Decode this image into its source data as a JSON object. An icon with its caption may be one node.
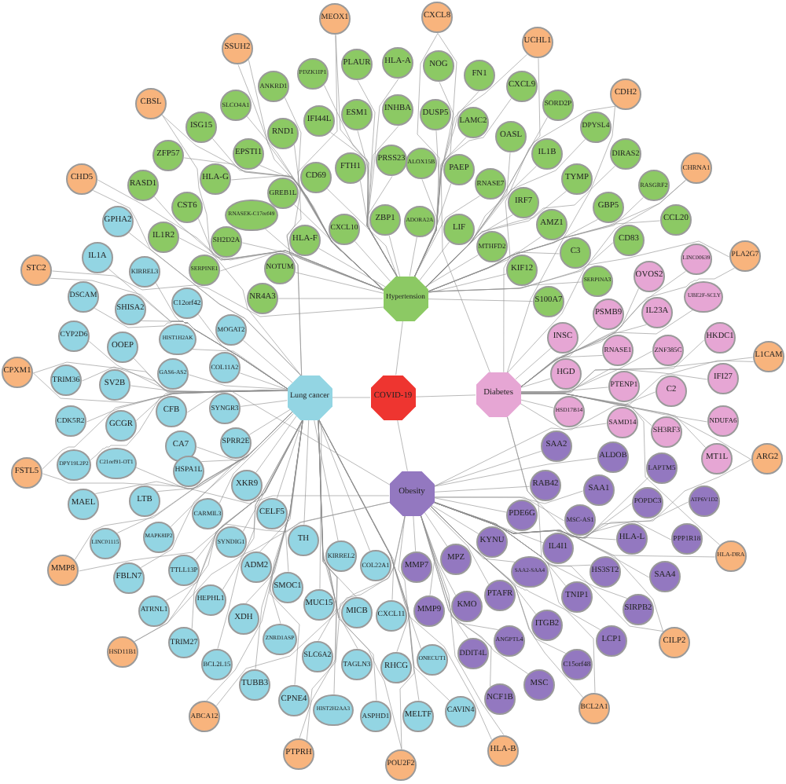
{
  "diagram": {
    "nodes": [
      {
        "text": [
          "COVID-19"
        ]
      },
      {
        "text": [
          "Hypertension"
        ]
      },
      {
        "text": [
          "Lung cancer"
        ]
      },
      {
        "text": [
          "Diabetes"
        ]
      },
      {
        "text": [
          "Obesity"
        ]
      },
      {
        "text": [
          "PLAUR"
        ]
      },
      {
        "text": [
          "HLA-A"
        ]
      },
      {
        "text": [
          "PDZK1IP1"
        ]
      },
      {
        "text": [
          "ANKRD1"
        ]
      },
      {
        "text": [
          "SLCO4A1"
        ]
      },
      {
        "text": [
          "IFI44L"
        ]
      },
      {
        "text": [
          "ESM1"
        ]
      },
      {
        "text": [
          "INHBA"
        ]
      },
      {
        "text": [
          "RND1"
        ]
      },
      {
        "text": [
          "ISG15"
        ]
      },
      {
        "text": [
          "ZFP57"
        ]
      },
      {
        "text": [
          "EPSTI1"
        ]
      },
      {
        "text": [
          "FTH1"
        ]
      },
      {
        "text": [
          "PRSS23"
        ]
      },
      {
        "text": [
          "CD69"
        ]
      },
      {
        "text": [
          "RASD1"
        ]
      },
      {
        "text": [
          "HLA-G"
        ]
      },
      {
        "text": [
          "GREB1L"
        ]
      },
      {
        "text": [
          "CST6"
        ]
      },
      {
        "text": [
          "RNASEK-C17orf49"
        ]
      },
      {
        "text": [
          "ZBP1"
        ]
      },
      {
        "text": [
          "CXCL10"
        ]
      },
      {
        "text": [
          "IL1R2"
        ]
      },
      {
        "text": [
          "SH2D2A"
        ]
      },
      {
        "text": [
          "HLA-F"
        ]
      },
      {
        "text": [
          "SERPINE1"
        ]
      },
      {
        "text": [
          "NOTUM"
        ]
      },
      {
        "text": [
          "NR4A3"
        ]
      },
      {
        "text": [
          "NOG"
        ]
      },
      {
        "text": [
          "FN1"
        ]
      },
      {
        "text": [
          "CXCL9"
        ]
      },
      {
        "text": [
          "DUSP5"
        ]
      },
      {
        "text": [
          "LAMC2"
        ]
      },
      {
        "text": [
          "SORD2P"
        ]
      },
      {
        "text": [
          "DPYSL4"
        ]
      },
      {
        "text": [
          "OASL"
        ]
      },
      {
        "text": [
          "ALOX15B"
        ]
      },
      {
        "text": [
          "PAEP"
        ]
      },
      {
        "text": [
          "IL1B"
        ]
      },
      {
        "text": [
          "DIRAS2"
        ]
      },
      {
        "text": [
          "RNASE7"
        ]
      },
      {
        "text": [
          "TYMP"
        ]
      },
      {
        "text": [
          "RASGRF2"
        ]
      },
      {
        "text": [
          "IRF7"
        ]
      },
      {
        "text": [
          "GBP5"
        ]
      },
      {
        "text": [
          "ADORA2A"
        ]
      },
      {
        "text": [
          "LIF"
        ]
      },
      {
        "text": [
          "AMZ1"
        ]
      },
      {
        "text": [
          "CCL20"
        ]
      },
      {
        "text": [
          "MTHFD2"
        ]
      },
      {
        "text": [
          "CD83"
        ]
      },
      {
        "text": [
          "C3"
        ]
      },
      {
        "text": [
          "KIF12"
        ]
      },
      {
        "text": [
          "SERPINA3"
        ]
      },
      {
        "text": [
          "S100A7"
        ]
      },
      {
        "text": [
          "LINC00639"
        ]
      },
      {
        "text": [
          "OVOS2"
        ]
      },
      {
        "text": [
          "UBE2F-SCLY"
        ]
      },
      {
        "text": [
          "PSMB9"
        ]
      },
      {
        "text": [
          "IL23A"
        ]
      },
      {
        "text": [
          "INSC"
        ]
      },
      {
        "text": [
          "HKDC1"
        ]
      },
      {
        "text": [
          "RNASE1"
        ]
      },
      {
        "text": [
          "ZNF385C"
        ]
      },
      {
        "text": [
          "HGD"
        ]
      },
      {
        "text": [
          "IFI27"
        ]
      },
      {
        "text": [
          "PTENP1"
        ]
      },
      {
        "text": [
          "C2"
        ]
      },
      {
        "text": [
          "HSD17B14"
        ]
      },
      {
        "text": [
          "NDUFA6"
        ]
      },
      {
        "text": [
          "SAMD14"
        ]
      },
      {
        "text": [
          "SH3RF3"
        ]
      },
      {
        "text": [
          "MT1L"
        ]
      },
      {
        "text": [
          "SAA2"
        ]
      },
      {
        "text": [
          "ALDOB"
        ]
      },
      {
        "text": [
          "LAPTM5"
        ]
      },
      {
        "text": [
          "RAB42"
        ]
      },
      {
        "text": [
          "SAA1"
        ]
      },
      {
        "text": [
          "ATP6V1D2"
        ]
      },
      {
        "text": [
          "POPDC3"
        ]
      },
      {
        "text": [
          "PDE6G"
        ]
      },
      {
        "text": [
          "MSC-AS1"
        ]
      },
      {
        "text": [
          "HLA-L"
        ]
      },
      {
        "text": [
          "PPP1R18"
        ]
      },
      {
        "text": [
          "KYNU"
        ]
      },
      {
        "text": [
          "IL4I1"
        ]
      },
      {
        "text": [
          "MPZ"
        ]
      },
      {
        "text": [
          "MMP7"
        ]
      },
      {
        "text": [
          "SAA2-SAA4"
        ]
      },
      {
        "text": [
          "HS3ST2"
        ]
      },
      {
        "text": [
          "SAA4"
        ]
      },
      {
        "text": [
          "PTAFR"
        ]
      },
      {
        "text": [
          "TNIP1"
        ]
      },
      {
        "text": [
          "KMO"
        ]
      },
      {
        "text": [
          "SIRPB2"
        ]
      },
      {
        "text": [
          "MMP9"
        ]
      },
      {
        "text": [
          "ITGB2"
        ]
      },
      {
        "text": [
          "ANGPTL4"
        ]
      },
      {
        "text": [
          "LCP1"
        ]
      },
      {
        "text": [
          "DDIT4L"
        ]
      },
      {
        "text": [
          "C15orf48"
        ]
      },
      {
        "text": [
          "MSC"
        ]
      },
      {
        "text": [
          "NCF1B"
        ]
      },
      {
        "text": [
          "GPHA2"
        ]
      },
      {
        "text": [
          "IL1A"
        ]
      },
      {
        "text": [
          "KIRREL3"
        ]
      },
      {
        "text": [
          "DSCAM"
        ]
      },
      {
        "text": [
          "C12orf42"
        ]
      },
      {
        "text": [
          "SHISA2"
        ]
      },
      {
        "text": [
          "MOGAT2"
        ]
      },
      {
        "text": [
          "CYP2D6"
        ]
      },
      {
        "text": [
          "HIST1H2AK"
        ]
      },
      {
        "text": [
          "OOEP"
        ]
      },
      {
        "text": [
          "COL11A2"
        ]
      },
      {
        "text": [
          "GAS6-AS2"
        ]
      },
      {
        "text": [
          "TRIM36"
        ]
      },
      {
        "text": [
          "SV2B"
        ]
      },
      {
        "text": [
          "SYNGR3"
        ]
      },
      {
        "text": [
          "CFB"
        ]
      },
      {
        "text": [
          "CDK5R2"
        ]
      },
      {
        "text": [
          "GCGR"
        ]
      },
      {
        "text": [
          "SPRR2E"
        ]
      },
      {
        "text": [
          "CA7"
        ]
      },
      {
        "text": [
          "C21orf91-OT1"
        ]
      },
      {
        "text": [
          "DPY19L2P2"
        ]
      },
      {
        "text": [
          "HSPA1L"
        ]
      },
      {
        "text": [
          "XKR9"
        ]
      },
      {
        "text": [
          "LTB"
        ]
      },
      {
        "text": [
          "MAEL"
        ]
      },
      {
        "text": [
          "CARMIL3"
        ]
      },
      {
        "text": [
          "CELF5"
        ]
      },
      {
        "text": [
          "MAPK8IP2"
        ]
      },
      {
        "text": [
          "TH"
        ]
      },
      {
        "text": [
          "SYNDIG1"
        ]
      },
      {
        "text": [
          "LINC01115"
        ]
      },
      {
        "text": [
          "KIRREL2"
        ]
      },
      {
        "text": [
          "COL22A1"
        ]
      },
      {
        "text": [
          "ADM2"
        ]
      },
      {
        "text": [
          "TTLL13P"
        ]
      },
      {
        "text": [
          "FBLN7"
        ]
      },
      {
        "text": [
          "SMOC1"
        ]
      },
      {
        "text": [
          "HEPHL1"
        ]
      },
      {
        "text": [
          "MUC15"
        ]
      },
      {
        "text": [
          "ATRNL1"
        ]
      },
      {
        "text": [
          "MICB"
        ]
      },
      {
        "text": [
          "CXCL11"
        ]
      },
      {
        "text": [
          "XDH"
        ]
      },
      {
        "text": [
          "ZNRD1ASP"
        ]
      },
      {
        "text": [
          "TRIM27"
        ]
      },
      {
        "text": [
          "SLC6A2"
        ]
      },
      {
        "text": [
          "ONECUT1"
        ]
      },
      {
        "text": [
          "BCL2L15"
        ]
      },
      {
        "text": [
          "TAGLN3"
        ]
      },
      {
        "text": [
          "RHCG"
        ]
      },
      {
        "text": [
          "TUBB3"
        ]
      },
      {
        "text": [
          "CPNE4"
        ]
      },
      {
        "text": [
          "HIST2H2AA3"
        ]
      },
      {
        "text": [
          "CAVIN4"
        ]
      },
      {
        "text": [
          "ASPHD1"
        ]
      },
      {
        "text": [
          "MELTF"
        ]
      },
      {
        "text": [
          "MEOX1"
        ]
      },
      {
        "text": [
          "CXCL8"
        ]
      },
      {
        "text": [
          "SSUH2"
        ]
      },
      {
        "text": [
          "UCHL1"
        ]
      },
      {
        "text": [
          "CDH2"
        ]
      },
      {
        "text": [
          "CBSL"
        ]
      },
      {
        "text": [
          "CHRNA1"
        ]
      },
      {
        "text": [
          "CHD5"
        ]
      },
      {
        "text": [
          "PLA2G7"
        ]
      },
      {
        "text": [
          "STC2"
        ]
      },
      {
        "text": [
          "L1CAM"
        ]
      },
      {
        "text": [
          "CPXM1"
        ]
      },
      {
        "text": [
          "ARG2"
        ]
      },
      {
        "text": [
          "FSTL5"
        ]
      },
      {
        "text": [
          "HLA-DRA"
        ]
      },
      {
        "text": [
          "MMP8"
        ]
      },
      {
        "text": [
          "CILP2"
        ]
      },
      {
        "text": [
          "HSD11B1"
        ]
      },
      {
        "text": [
          "BCL2A1"
        ]
      },
      {
        "text": [
          "ABCA12"
        ]
      },
      {
        "text": [
          "HLA-B"
        ]
      },
      {
        "text": [
          "PTPRH"
        ]
      },
      {
        "text": [
          "POU2F2"
        ]
      }
    ],
    "edges": [
      {
        "from": 1,
        "to": 0,
        "arrow": "none"
      },
      {
        "from": 2,
        "to": 0,
        "arrow": "none"
      },
      {
        "from": 3,
        "to": 0,
        "arrow": "none"
      },
      {
        "from": 4,
        "to": 0,
        "arrow": "none"
      },
      {
        "from": 5,
        "to": 1,
        "arrow": "none"
      },
      {
        "from": 6,
        "to": 1,
        "arrow": "none"
      },
      {
        "from": 7,
        "to": 1,
        "arrow": "none"
      },
      {
        "from": 8,
        "to": 1,
        "arrow": "none"
      },
      {
        "from": 9,
        "to": 1,
        "arrow": "none"
      },
      {
        "from": 10,
        "to": 1,
        "arrow": "none"
      },
      {
        "from": 11,
        "to": 1,
        "arrow": "none"
      },
      {
        "from": 12,
        "to": 1,
        "arrow": "none"
      },
      {
        "from": 13,
        "to": 1,
        "arrow": "none"
      },
      {
        "from": 14,
        "to": 1,
        "arrow": "none"
      },
      {
        "from": 15,
        "to": 1,
        "arrow": "none"
      },
      {
        "from": 16,
        "to": 1,
        "arrow": "none"
      },
      {
        "from": 17,
        "to": 1,
        "arrow": "none"
      },
      {
        "from": 18,
        "to": 1,
        "arrow": "none"
      },
      {
        "from": 19,
        "to": 1,
        "arrow": "none"
      },
      {
        "from": 20,
        "to": 1,
        "arrow": "none"
      },
      {
        "from": 21,
        "to": 1,
        "arrow": "none"
      },
      {
        "from": 22,
        "to": 1,
        "arrow": "none"
      },
      {
        "from": 23,
        "to": 1,
        "arrow": "none"
      },
      {
        "from": 24,
        "to": 1,
        "arrow": "none"
      },
      {
        "from": 25,
        "to": 1,
        "arrow": "none"
      },
      {
        "from": 26,
        "to": 1,
        "arrow": "none"
      },
      {
        "from": 27,
        "to": 1,
        "arrow": "none"
      },
      {
        "from": 28,
        "to": 1,
        "arrow": "none"
      },
      {
        "from": 29,
        "to": 1,
        "arrow": "none"
      },
      {
        "from": 30,
        "to": 1,
        "arrow": "none"
      },
      {
        "from": 31,
        "to": 1,
        "arrow": "none"
      },
      {
        "from": 32,
        "to": 1,
        "arrow": "none"
      },
      {
        "from": 33,
        "to": 1,
        "arrow": "none"
      },
      {
        "from": 34,
        "to": 1,
        "arrow": "none"
      },
      {
        "from": 35,
        "to": 1,
        "arrow": "none"
      },
      {
        "from": 36,
        "to": 1,
        "arrow": "none"
      },
      {
        "from": 37,
        "to": 1,
        "arrow": "none"
      },
      {
        "from": 38,
        "to": 1,
        "arrow": "none"
      },
      {
        "from": 39,
        "to": 1,
        "arrow": "none"
      },
      {
        "from": 40,
        "to": 1,
        "arrow": "none"
      },
      {
        "from": 41,
        "to": 1,
        "arrow": "none"
      },
      {
        "from": 42,
        "to": 1,
        "arrow": "none"
      },
      {
        "from": 43,
        "to": 1,
        "arrow": "none"
      },
      {
        "from": 44,
        "to": 1,
        "arrow": "none"
      },
      {
        "from": 45,
        "to": 1,
        "arrow": "none"
      },
      {
        "from": 46,
        "to": 1,
        "arrow": "none"
      },
      {
        "from": 47,
        "to": 1,
        "arrow": "none"
      },
      {
        "from": 48,
        "to": 1,
        "arrow": "none"
      },
      {
        "from": 49,
        "to": 1,
        "arrow": "none"
      },
      {
        "from": 50,
        "to": 1,
        "arrow": "none"
      },
      {
        "from": 51,
        "to": 1,
        "arrow": "none"
      },
      {
        "from": 52,
        "to": 1,
        "arrow": "none"
      },
      {
        "from": 53,
        "to": 1,
        "arrow": "none"
      },
      {
        "from": 54,
        "to": 1,
        "arrow": "none"
      },
      {
        "from": 55,
        "to": 1,
        "arrow": "none"
      },
      {
        "from": 56,
        "to": 1,
        "arrow": "none"
      },
      {
        "from": 57,
        "to": 1,
        "arrow": "none"
      },
      {
        "from": 58,
        "to": 1,
        "arrow": "none"
      },
      {
        "from": 59,
        "to": 1,
        "arrow": "none"
      },
      {
        "from": 60,
        "to": 3,
        "arrow": "none"
      },
      {
        "from": 61,
        "to": 3,
        "arrow": "none"
      },
      {
        "from": 62,
        "to": 3,
        "arrow": "none"
      },
      {
        "from": 63,
        "to": 3,
        "arrow": "none"
      },
      {
        "from": 64,
        "to": 3,
        "arrow": "none"
      },
      {
        "from": 65,
        "to": 3,
        "arrow": "none"
      },
      {
        "from": 66,
        "to": 3,
        "arrow": "none"
      },
      {
        "from": 67,
        "to": 3,
        "arrow": "none"
      },
      {
        "from": 68,
        "to": 3,
        "arrow": "none"
      },
      {
        "from": 69,
        "to": 3,
        "arrow": "none"
      },
      {
        "from": 70,
        "to": 3,
        "arrow": "none"
      },
      {
        "from": 71,
        "to": 3,
        "arrow": "none"
      },
      {
        "from": 72,
        "to": 3,
        "arrow": "none"
      },
      {
        "from": 73,
        "to": 3,
        "arrow": "none"
      },
      {
        "from": 74,
        "to": 3,
        "arrow": "none"
      },
      {
        "from": 75,
        "to": 3,
        "arrow": "none"
      },
      {
        "from": 76,
        "to": 3,
        "arrow": "none"
      },
      {
        "from": 77,
        "to": 3,
        "arrow": "none"
      },
      {
        "from": 78,
        "to": 4,
        "arrow": "none"
      },
      {
        "from": 79,
        "to": 4,
        "arrow": "none"
      },
      {
        "from": 80,
        "to": 4,
        "arrow": "none"
      },
      {
        "from": 81,
        "to": 4,
        "arrow": "none"
      },
      {
        "from": 82,
        "to": 4,
        "arrow": "none"
      },
      {
        "from": 83,
        "to": 4,
        "arrow": "none"
      },
      {
        "from": 84,
        "to": 4,
        "arrow": "none"
      },
      {
        "from": 85,
        "to": 4,
        "arrow": "none"
      },
      {
        "from": 86,
        "to": 4,
        "arrow": "none"
      },
      {
        "from": 87,
        "to": 4,
        "arrow": "none"
      },
      {
        "from": 88,
        "to": 4,
        "arrow": "none"
      },
      {
        "from": 89,
        "to": 4,
        "arrow": "none"
      },
      {
        "from": 90,
        "to": 4,
        "arrow": "none"
      },
      {
        "from": 91,
        "to": 4,
        "arrow": "none"
      },
      {
        "from": 92,
        "to": 4,
        "arrow": "none"
      },
      {
        "from": 93,
        "to": 4,
        "arrow": "none"
      },
      {
        "from": 94,
        "to": 4,
        "arrow": "none"
      },
      {
        "from": 95,
        "to": 4,
        "arrow": "none"
      },
      {
        "from": 96,
        "to": 4,
        "arrow": "none"
      },
      {
        "from": 97,
        "to": 4,
        "arrow": "none"
      },
      {
        "from": 98,
        "to": 4,
        "arrow": "none"
      },
      {
        "from": 99,
        "to": 4,
        "arrow": "none"
      },
      {
        "from": 100,
        "to": 4,
        "arrow": "none"
      },
      {
        "from": 101,
        "to": 4,
        "arrow": "none"
      },
      {
        "from": 102,
        "to": 4,
        "arrow": "none"
      },
      {
        "from": 103,
        "to": 4,
        "arrow": "none"
      },
      {
        "from": 104,
        "to": 4,
        "arrow": "none"
      },
      {
        "from": 105,
        "to": 4,
        "arrow": "none"
      },
      {
        "from": 106,
        "to": 4,
        "arrow": "none"
      },
      {
        "from": 107,
        "to": 4,
        "arrow": "none"
      },
      {
        "from": 108,
        "to": 2,
        "arrow": "none"
      },
      {
        "from": 109,
        "to": 2,
        "arrow": "none"
      },
      {
        "from": 110,
        "to": 2,
        "arrow": "none"
      },
      {
        "from": 111,
        "to": 2,
        "arrow": "none"
      },
      {
        "from": 112,
        "to": 2,
        "arrow": "none"
      },
      {
        "from": 113,
        "to": 2,
        "arrow": "none"
      },
      {
        "from": 114,
        "to": 2,
        "arrow": "none"
      },
      {
        "from": 115,
        "to": 2,
        "arrow": "none"
      },
      {
        "from": 116,
        "to": 2,
        "arrow": "none"
      },
      {
        "from": 117,
        "to": 2,
        "arrow": "none"
      },
      {
        "from": 118,
        "to": 2,
        "arrow": "none"
      },
      {
        "from": 119,
        "to": 2,
        "arrow": "none"
      },
      {
        "from": 120,
        "to": 2,
        "arrow": "none"
      },
      {
        "from": 121,
        "to": 2,
        "arrow": "none"
      },
      {
        "from": 122,
        "to": 2,
        "arrow": "none"
      },
      {
        "from": 123,
        "to": 2,
        "arrow": "none"
      },
      {
        "from": 124,
        "to": 2,
        "arrow": "none"
      },
      {
        "from": 125,
        "to": 2,
        "arrow": "none"
      },
      {
        "from": 126,
        "to": 2,
        "arrow": "none"
      },
      {
        "from": 127,
        "to": 2,
        "arrow": "none"
      },
      {
        "from": 128,
        "to": 2,
        "arrow": "none"
      },
      {
        "from": 129,
        "to": 2,
        "arrow": "none"
      },
      {
        "from": 130,
        "to": 2,
        "arrow": "none"
      },
      {
        "from": 131,
        "to": 2,
        "arrow": "none"
      },
      {
        "from": 132,
        "to": 2,
        "arrow": "none"
      },
      {
        "from": 133,
        "to": 2,
        "arrow": "none"
      },
      {
        "from": 134,
        "to": 2,
        "arrow": "none"
      },
      {
        "from": 135,
        "to": 2,
        "arrow": "none"
      },
      {
        "from": 136,
        "to": 2,
        "arrow": "none"
      },
      {
        "from": 137,
        "to": 2,
        "arrow": "none"
      },
      {
        "from": 138,
        "to": 2,
        "arrow": "none"
      },
      {
        "from": 139,
        "to": 2,
        "arrow": "none"
      },
      {
        "from": 140,
        "to": 2,
        "arrow": "none"
      },
      {
        "from": 141,
        "to": 2,
        "arrow": "none"
      },
      {
        "from": 142,
        "to": 2,
        "arrow": "none"
      },
      {
        "from": 143,
        "to": 2,
        "arrow": "none"
      },
      {
        "from": 144,
        "to": 2,
        "arrow": "none"
      },
      {
        "from": 145,
        "to": 2,
        "arrow": "none"
      },
      {
        "from": 146,
        "to": 2,
        "arrow": "none"
      },
      {
        "from": 147,
        "to": 2,
        "arrow": "none"
      },
      {
        "from": 148,
        "to": 2,
        "arrow": "none"
      },
      {
        "from": 149,
        "to": 2,
        "arrow": "none"
      },
      {
        "from": 150,
        "to": 2,
        "arrow": "none"
      },
      {
        "from": 151,
        "to": 2,
        "arrow": "none"
      },
      {
        "from": 152,
        "to": 2,
        "arrow": "none"
      },
      {
        "from": 153,
        "to": 2,
        "arrow": "none"
      },
      {
        "from": 154,
        "to": 2,
        "arrow": "none"
      },
      {
        "from": 155,
        "to": 2,
        "arrow": "none"
      },
      {
        "from": 156,
        "to": 2,
        "arrow": "none"
      },
      {
        "from": 157,
        "to": 2,
        "arrow": "none"
      },
      {
        "from": 158,
        "to": 2,
        "arrow": "none"
      },
      {
        "from": 159,
        "to": 2,
        "arrow": "none"
      },
      {
        "from": 160,
        "to": 2,
        "arrow": "none"
      },
      {
        "from": 161,
        "to": 2,
        "arrow": "none"
      },
      {
        "from": 162,
        "to": 2,
        "arrow": "none"
      },
      {
        "from": 163,
        "to": 2,
        "arrow": "none"
      },
      {
        "from": 164,
        "to": 2,
        "arrow": "none"
      },
      {
        "from": 165,
        "to": 1,
        "arrow": "none"
      },
      {
        "from": 165,
        "to": 2,
        "arrow": "none"
      },
      {
        "from": 166,
        "to": 1,
        "arrow": "none"
      },
      {
        "from": 166,
        "to": 3,
        "arrow": "none"
      },
      {
        "from": 167,
        "to": 1,
        "arrow": "none"
      },
      {
        "from": 167,
        "to": 2,
        "arrow": "none"
      },
      {
        "from": 168,
        "to": 1,
        "arrow": "none"
      },
      {
        "from": 168,
        "to": 3,
        "arrow": "none"
      },
      {
        "from": 169,
        "to": 1,
        "arrow": "none"
      },
      {
        "from": 169,
        "to": 3,
        "arrow": "none"
      },
      {
        "from": 170,
        "to": 1,
        "arrow": "none"
      },
      {
        "from": 170,
        "to": 2,
        "arrow": "none"
      },
      {
        "from": 171,
        "to": 1,
        "arrow": "none"
      },
      {
        "from": 171,
        "to": 3,
        "arrow": "none"
      },
      {
        "from": 172,
        "to": 1,
        "arrow": "none"
      },
      {
        "from": 172,
        "to": 2,
        "arrow": "none"
      },
      {
        "from": 173,
        "to": 1,
        "arrow": "none"
      },
      {
        "from": 173,
        "to": 3,
        "arrow": "none"
      },
      {
        "from": 174,
        "to": 1,
        "arrow": "none"
      },
      {
        "from": 174,
        "to": 2,
        "arrow": "none"
      },
      {
        "from": 175,
        "to": 3,
        "arrow": "none"
      },
      {
        "from": 175,
        "to": 4,
        "arrow": "none"
      },
      {
        "from": 176,
        "to": 2,
        "arrow": "none"
      },
      {
        "from": 176,
        "to": 4,
        "arrow": "none"
      },
      {
        "from": 177,
        "to": 3,
        "arrow": "none"
      },
      {
        "from": 177,
        "to": 4,
        "arrow": "none"
      },
      {
        "from": 178,
        "to": 2,
        "arrow": "none"
      },
      {
        "from": 178,
        "to": 4,
        "arrow": "none"
      },
      {
        "from": 179,
        "to": 3,
        "arrow": "none"
      },
      {
        "from": 179,
        "to": 4,
        "arrow": "none"
      },
      {
        "from": 180,
        "to": 2,
        "arrow": "none"
      },
      {
        "from": 180,
        "to": 4,
        "arrow": "none"
      },
      {
        "from": 181,
        "to": 3,
        "arrow": "none"
      },
      {
        "from": 181,
        "to": 4,
        "arrow": "none"
      },
      {
        "from": 182,
        "to": 2,
        "arrow": "none"
      },
      {
        "from": 182,
        "to": 4,
        "arrow": "none"
      },
      {
        "from": 183,
        "to": 3,
        "arrow": "none"
      },
      {
        "from": 183,
        "to": 4,
        "arrow": "none"
      },
      {
        "from": 184,
        "to": 2,
        "arrow": "none"
      },
      {
        "from": 184,
        "to": 4,
        "arrow": "none"
      },
      {
        "from": 185,
        "to": 2,
        "arrow": "none"
      },
      {
        "from": 185,
        "to": 4,
        "arrow": "none"
      },
      {
        "from": 186,
        "to": 2,
        "arrow": "none"
      },
      {
        "from": 186,
        "to": 4,
        "arrow": "none"
      },
      {
        "from": 187,
        "to": 2,
        "arrow": "none"
      },
      {
        "from": 187,
        "to": 4,
        "arrow": "none"
      }
    ]
  }
}
